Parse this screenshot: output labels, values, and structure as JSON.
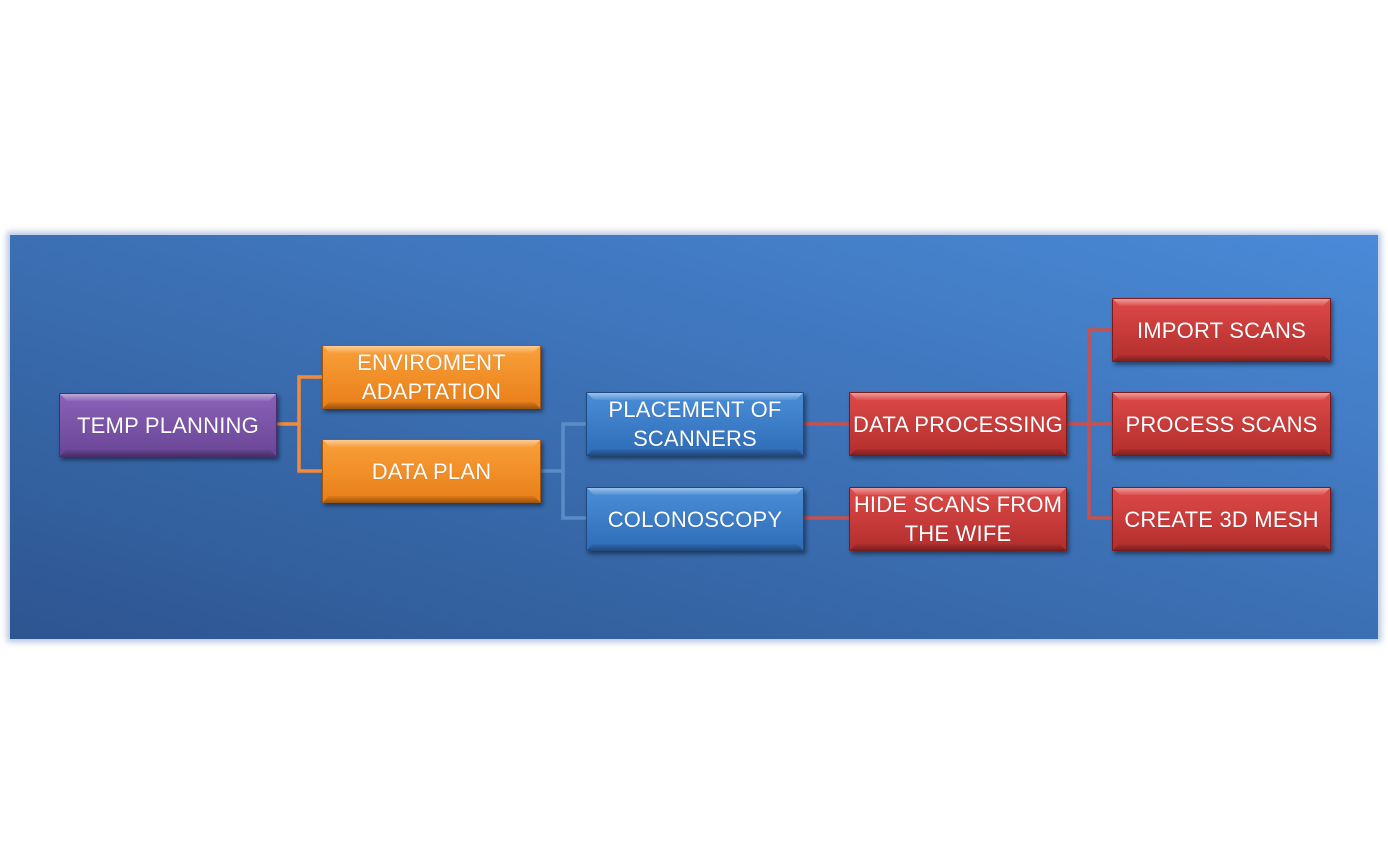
{
  "diagram": {
    "type": "hierarchy",
    "colors": {
      "background_panel": "#3a6db0",
      "level1": "#7a53a8",
      "level2": "#f28c28",
      "level3": "#3c7dc8",
      "level4": "#c93b3a",
      "connector_orange": "#f28c3c",
      "connector_blue": "#5b8cc8",
      "connector_red": "#c8504e"
    },
    "nodes": {
      "temp_planning": "TEMP PLANNING",
      "enviroment_adaptation": "ENVIROMENT ADAPTATION",
      "data_plan": "DATA PLAN",
      "placement_of_scanners": "PLACEMENT OF SCANNERS",
      "colonoscopy": "COLONOSCOPY",
      "data_processing": "DATA PROCESSING",
      "hide_scans": "HIDE SCANS FROM THE WIFE",
      "import_scans": "IMPORT SCANS",
      "process_scans": "PROCESS SCANS",
      "create_3d_mesh": "CREATE 3D MESH"
    },
    "edges": [
      {
        "from": "TEMP PLANNING",
        "to": "ENVIROMENT ADAPTATION"
      },
      {
        "from": "TEMP PLANNING",
        "to": "DATA PLAN"
      },
      {
        "from": "DATA PLAN",
        "to": "PLACEMENT OF SCANNERS"
      },
      {
        "from": "DATA PLAN",
        "to": "COLONOSCOPY"
      },
      {
        "from": "PLACEMENT OF SCANNERS",
        "to": "DATA PROCESSING"
      },
      {
        "from": "COLONOSCOPY",
        "to": "HIDE SCANS FROM THE WIFE"
      },
      {
        "from": "DATA PROCESSING",
        "to": "IMPORT SCANS"
      },
      {
        "from": "DATA PROCESSING",
        "to": "PROCESS SCANS"
      },
      {
        "from": "DATA PROCESSING",
        "to": "CREATE 3D MESH"
      }
    ]
  }
}
